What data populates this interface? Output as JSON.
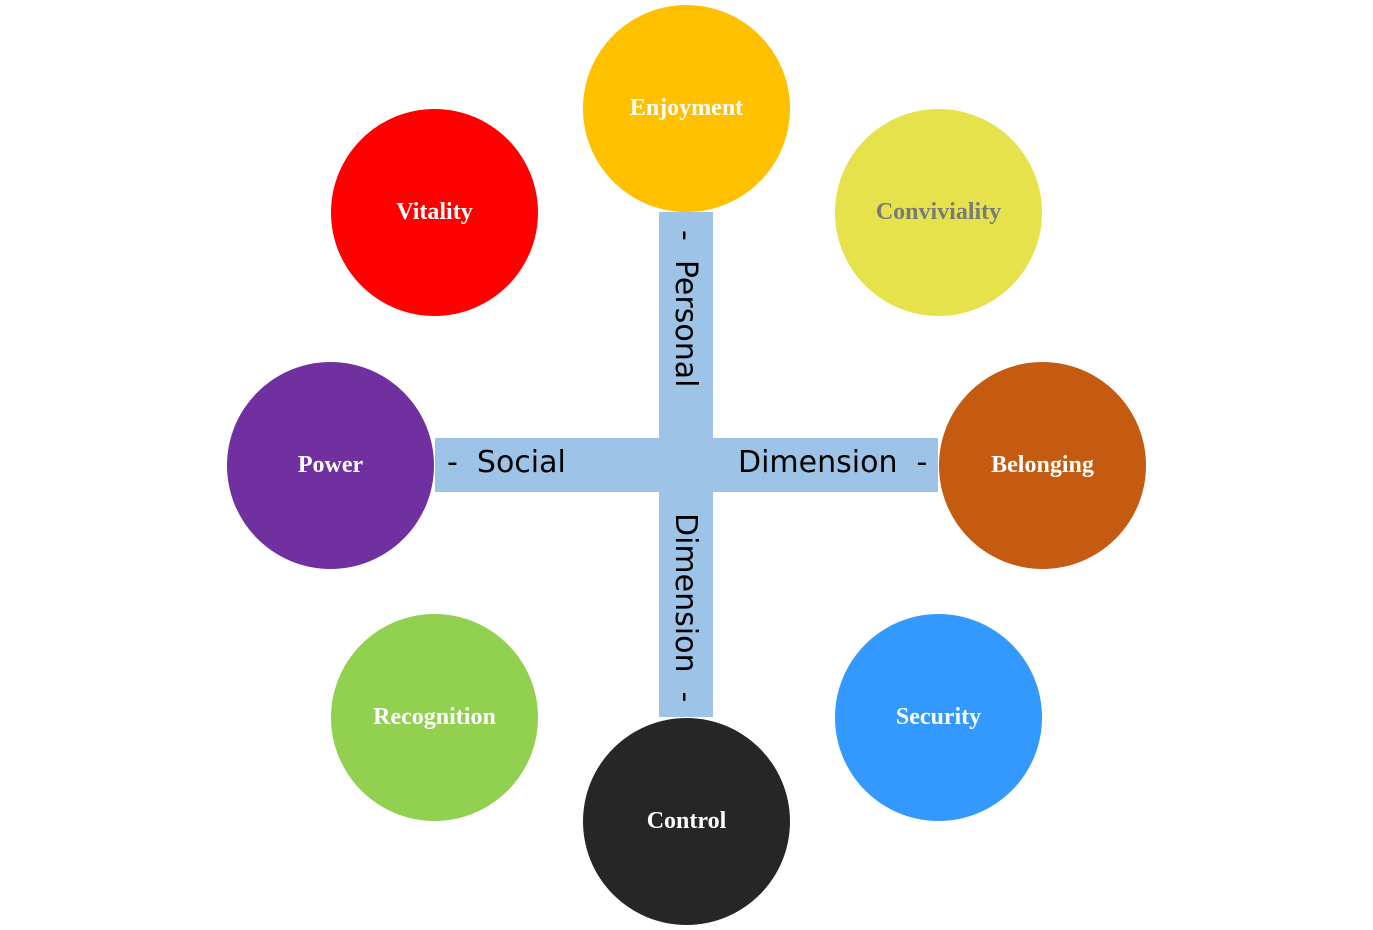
{
  "axes": {
    "horizontal_left_label": "-  Social",
    "horizontal_right_label": "Dimension  -",
    "vertical_top_label": "-  Personal",
    "vertical_bottom_label": "Dimension  -",
    "bar_color": "#9dc3e6"
  },
  "circles": {
    "enjoyment": {
      "label": "Enjoyment",
      "color": "#ffc000"
    },
    "vitality": {
      "label": "Vitality",
      "color": "#ff0000"
    },
    "conviviality": {
      "label": "Conviviality",
      "color": "#e5e24b"
    },
    "power": {
      "label": "Power",
      "color": "#7030a0"
    },
    "belonging": {
      "label": "Belonging",
      "color": "#c55a11"
    },
    "recognition": {
      "label": "Recognition",
      "color": "#92d050"
    },
    "security": {
      "label": "Security",
      "color": "#3399ff"
    },
    "control": {
      "label": "Control",
      "color": "#262626"
    }
  }
}
